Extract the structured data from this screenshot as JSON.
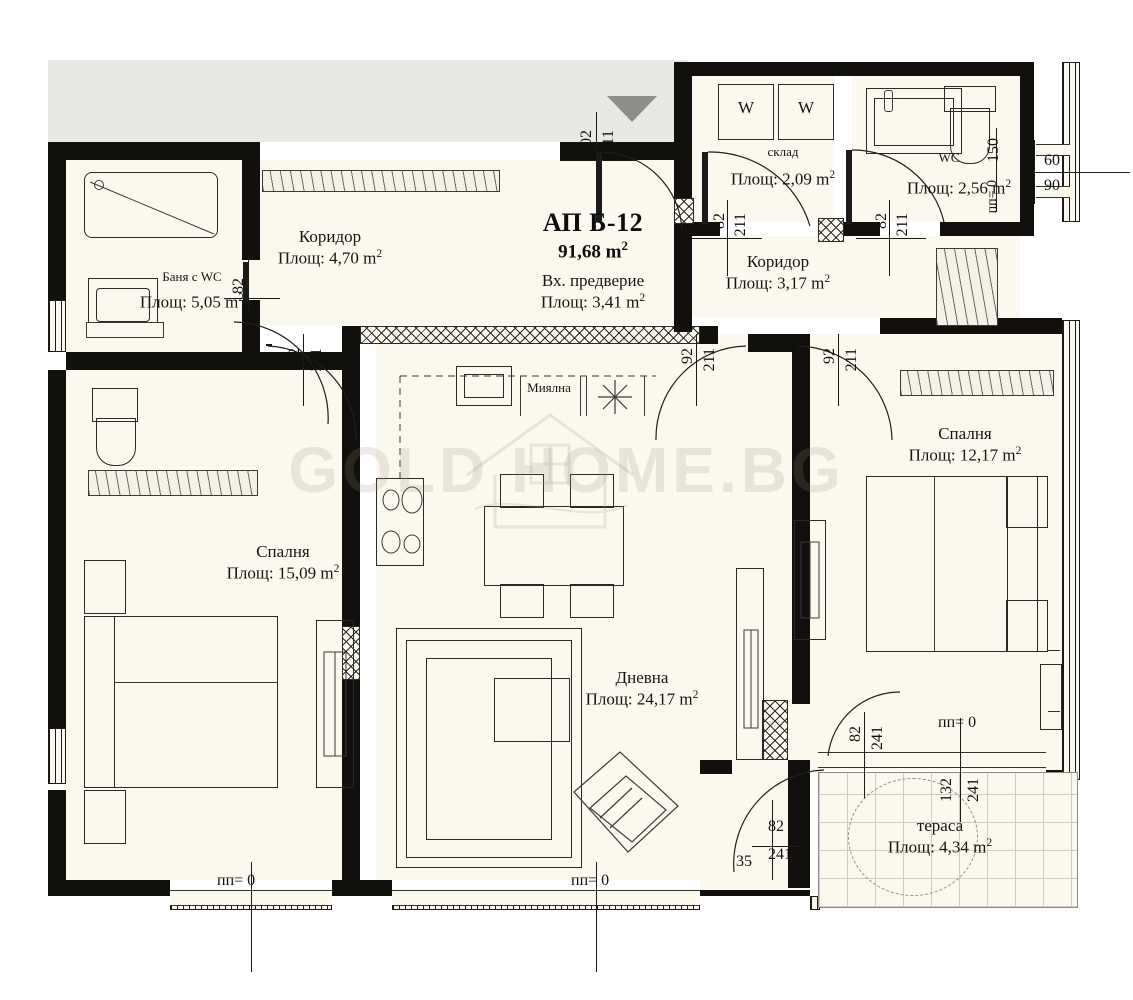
{
  "plan": {
    "title_code": "АП Б-12",
    "title_area": "91,68 m",
    "title_area_sup": "2",
    "area_prefix": "Площ:",
    "watermark": "GOLD      HOME.BG"
  },
  "rooms": [
    {
      "id": "korridor_left",
      "name": "Коридор",
      "area": "Площ: 4,70 m",
      "sup": "2"
    },
    {
      "id": "banq_wc",
      "name": "Баня с WC",
      "area": "Площ: 5,05 m",
      "sup": "2"
    },
    {
      "id": "vh_predverie",
      "name": "Вх. предверие",
      "area": "Площ: 3,41 m",
      "sup": "2"
    },
    {
      "id": "sklad",
      "name": "склад",
      "area": "Площ: 2,09 m",
      "sup": "2"
    },
    {
      "id": "wc",
      "name": "WC",
      "area": "Площ: 2,56 m",
      "sup": "2"
    },
    {
      "id": "korridor_right",
      "name": "Коридор",
      "area": "Площ: 3,17 m",
      "sup": "2"
    },
    {
      "id": "spalnq_right",
      "name": "Спалня",
      "area": "Площ: 12,17 m",
      "sup": "2"
    },
    {
      "id": "spalnq_left",
      "name": "Спалня",
      "area": "Площ: 15,09 m",
      "sup": "2"
    },
    {
      "id": "dnevna",
      "name": "Дневна",
      "area": "Площ: 24,17 m",
      "sup": "2"
    },
    {
      "id": "terasa",
      "name": "тераса",
      "area": "Площ: 4,34 m",
      "sup": "2"
    }
  ],
  "appliances": {
    "washer_1": "W",
    "washer_2": "W",
    "dishwasher": "Миялна"
  },
  "dimensions": {
    "entry_door_w": "102",
    "entry_door_h": "211",
    "bath_door_w": "82",
    "bed_left_door_w": "92",
    "bed_left_door_h": "211",
    "kitchen_door_w": "92",
    "kitchen_door_h": "211",
    "bed_right_door_w": "92",
    "bed_right_door_h": "211",
    "sklad_door_w": "82",
    "sklad_door_h": "211",
    "wc_door_w": "82",
    "wc_door_h": "211",
    "wc_window_h": "150",
    "right_edge_top": "60",
    "right_edge_bottom": "90",
    "terrace_door_w": "82",
    "terrace_door_h": "241",
    "terrace_win_w": "132",
    "terrace_win_h": "241",
    "terrace_step": "35",
    "terrace_step_h": "241",
    "pp_terrace": "пп= 0",
    "pp_left": "пп= 0",
    "pp_mid": "пп= 0"
  }
}
